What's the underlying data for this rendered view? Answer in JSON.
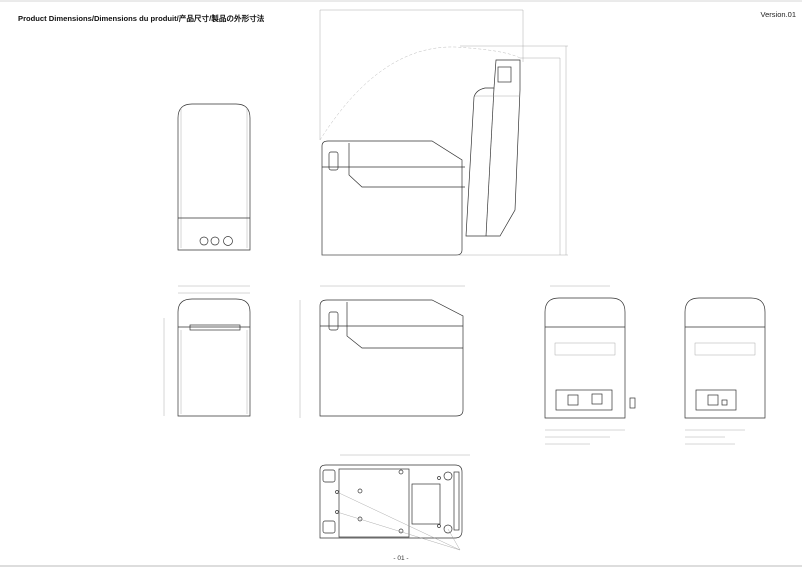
{
  "document": {
    "title": "Product Dimensions/Dimensions du produit/产品尺寸/製品の外形寸法",
    "version": "Version.01",
    "page_number": "- 01 -"
  },
  "views": [
    "front-view-closed",
    "side-view-open",
    "front-view",
    "side-view",
    "rear-view-1",
    "rear-view-2",
    "bottom-view"
  ]
}
